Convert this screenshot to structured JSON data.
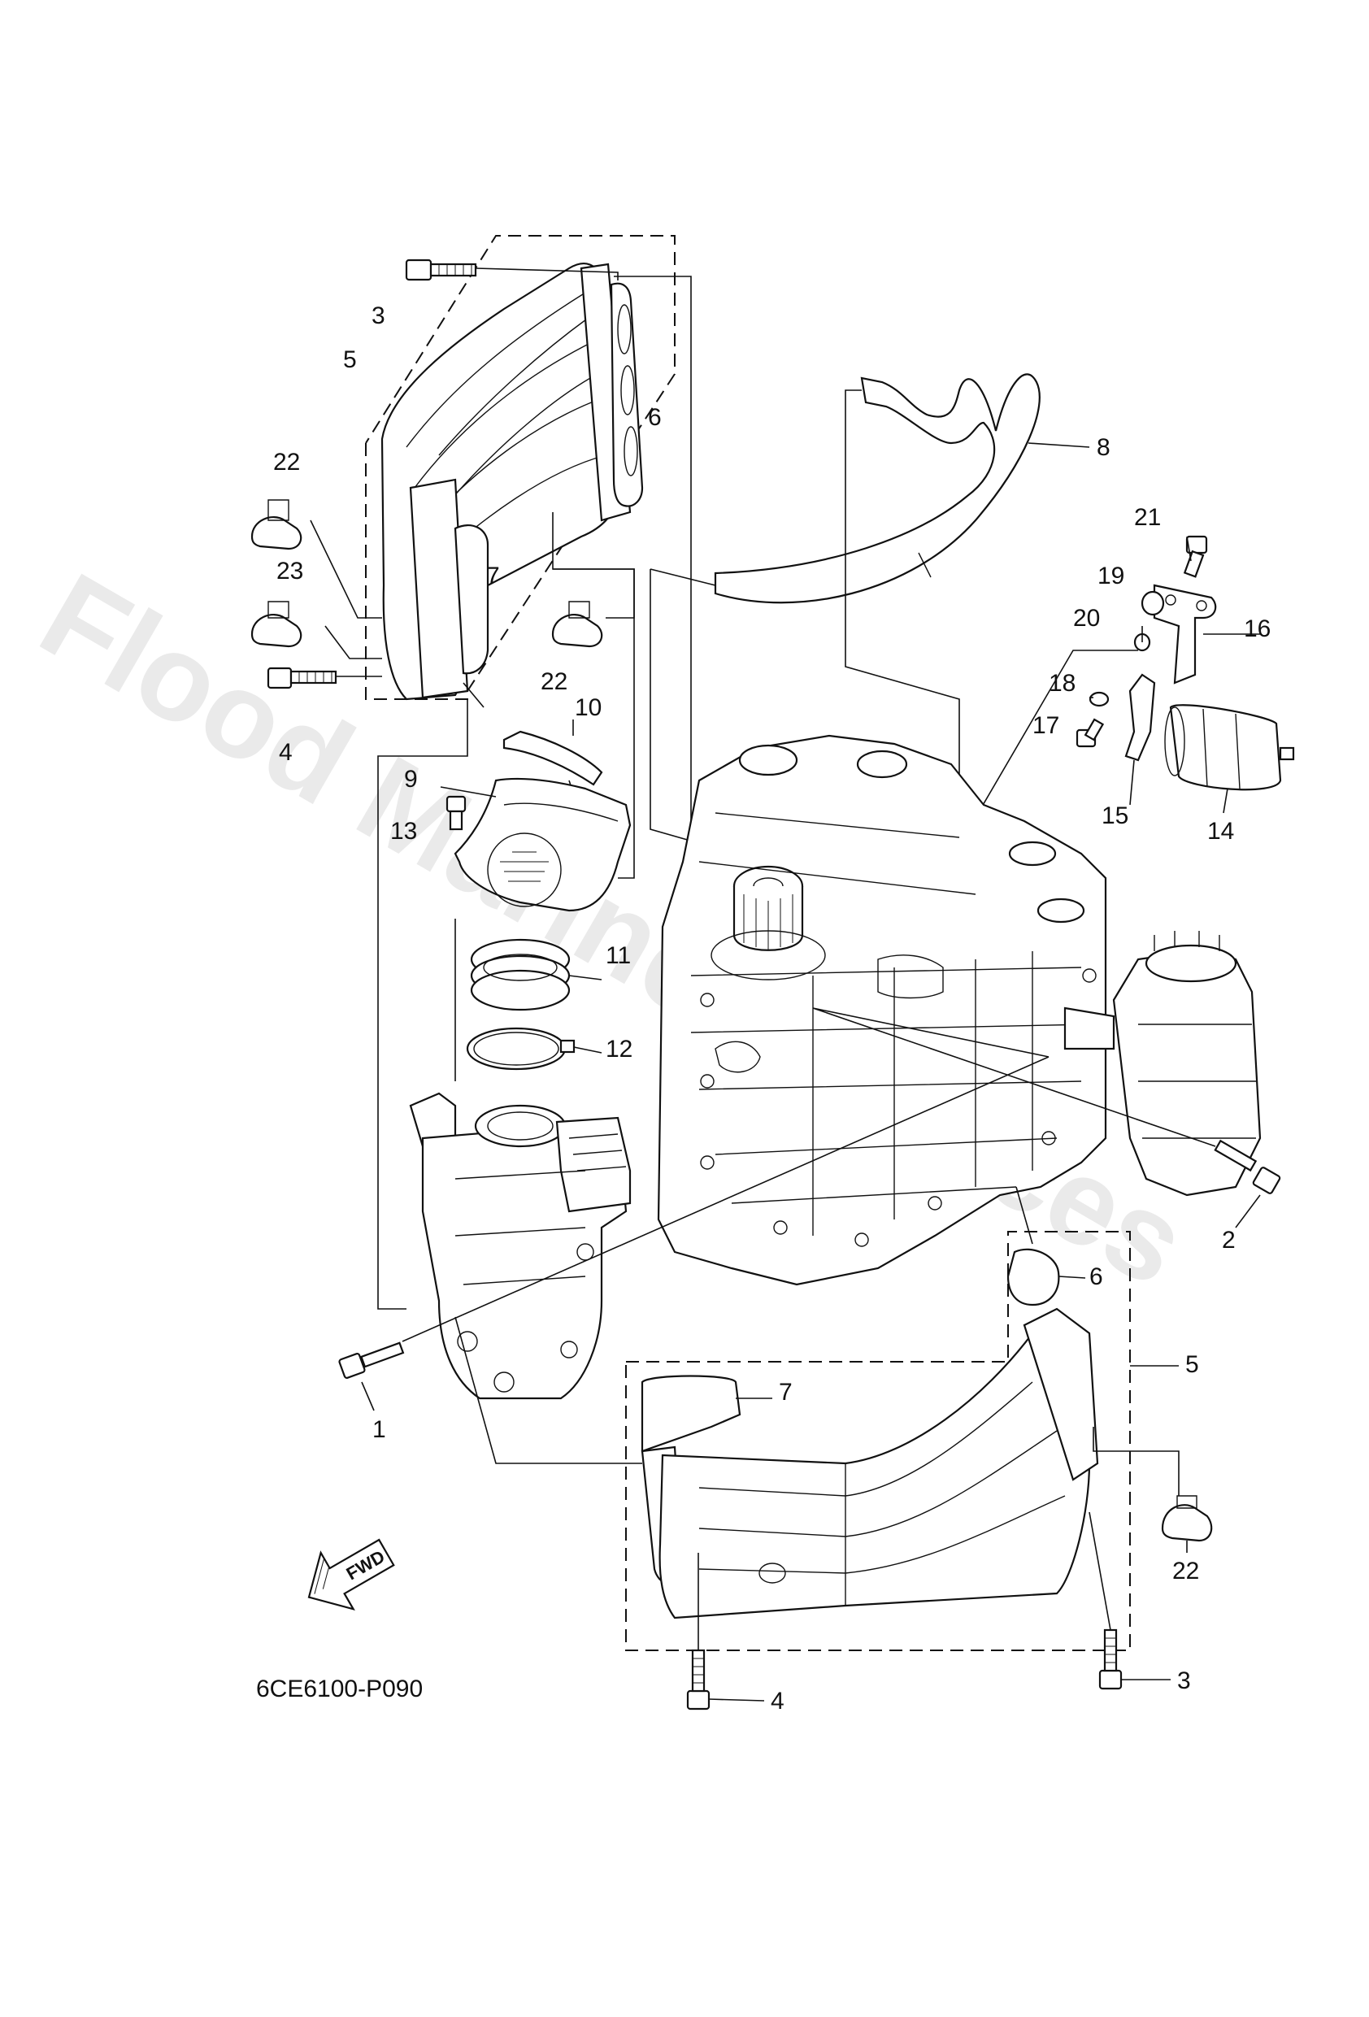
{
  "watermark": "Flood Marine Services",
  "diagram_code": "6CE6100-P090",
  "fwd_label": "FWD",
  "callouts": [
    {
      "id": "c3a",
      "text": "3"
    },
    {
      "id": "c5a",
      "text": "5"
    },
    {
      "id": "c6a",
      "text": "6"
    },
    {
      "id": "c22a",
      "text": "22"
    },
    {
      "id": "c7a",
      "text": "7"
    },
    {
      "id": "c23",
      "text": "23"
    },
    {
      "id": "c22b",
      "text": "22"
    },
    {
      "id": "c4a",
      "text": "4"
    },
    {
      "id": "c8",
      "text": "8"
    },
    {
      "id": "c21",
      "text": "21"
    },
    {
      "id": "c19",
      "text": "19"
    },
    {
      "id": "c20",
      "text": "20"
    },
    {
      "id": "c16",
      "text": "16"
    },
    {
      "id": "c18",
      "text": "18"
    },
    {
      "id": "c17",
      "text": "17"
    },
    {
      "id": "c15",
      "text": "15"
    },
    {
      "id": "c14",
      "text": "14"
    },
    {
      "id": "c10",
      "text": "10"
    },
    {
      "id": "c9",
      "text": "9"
    },
    {
      "id": "c13",
      "text": "13"
    },
    {
      "id": "c11",
      "text": "11"
    },
    {
      "id": "c12",
      "text": "12"
    },
    {
      "id": "c2",
      "text": "2"
    },
    {
      "id": "c6b",
      "text": "6"
    },
    {
      "id": "c5b",
      "text": "5"
    },
    {
      "id": "c1",
      "text": "1"
    },
    {
      "id": "c7b",
      "text": "7"
    },
    {
      "id": "c22c",
      "text": "22"
    },
    {
      "id": "c4b",
      "text": "4"
    },
    {
      "id": "c3b",
      "text": "3"
    }
  ]
}
